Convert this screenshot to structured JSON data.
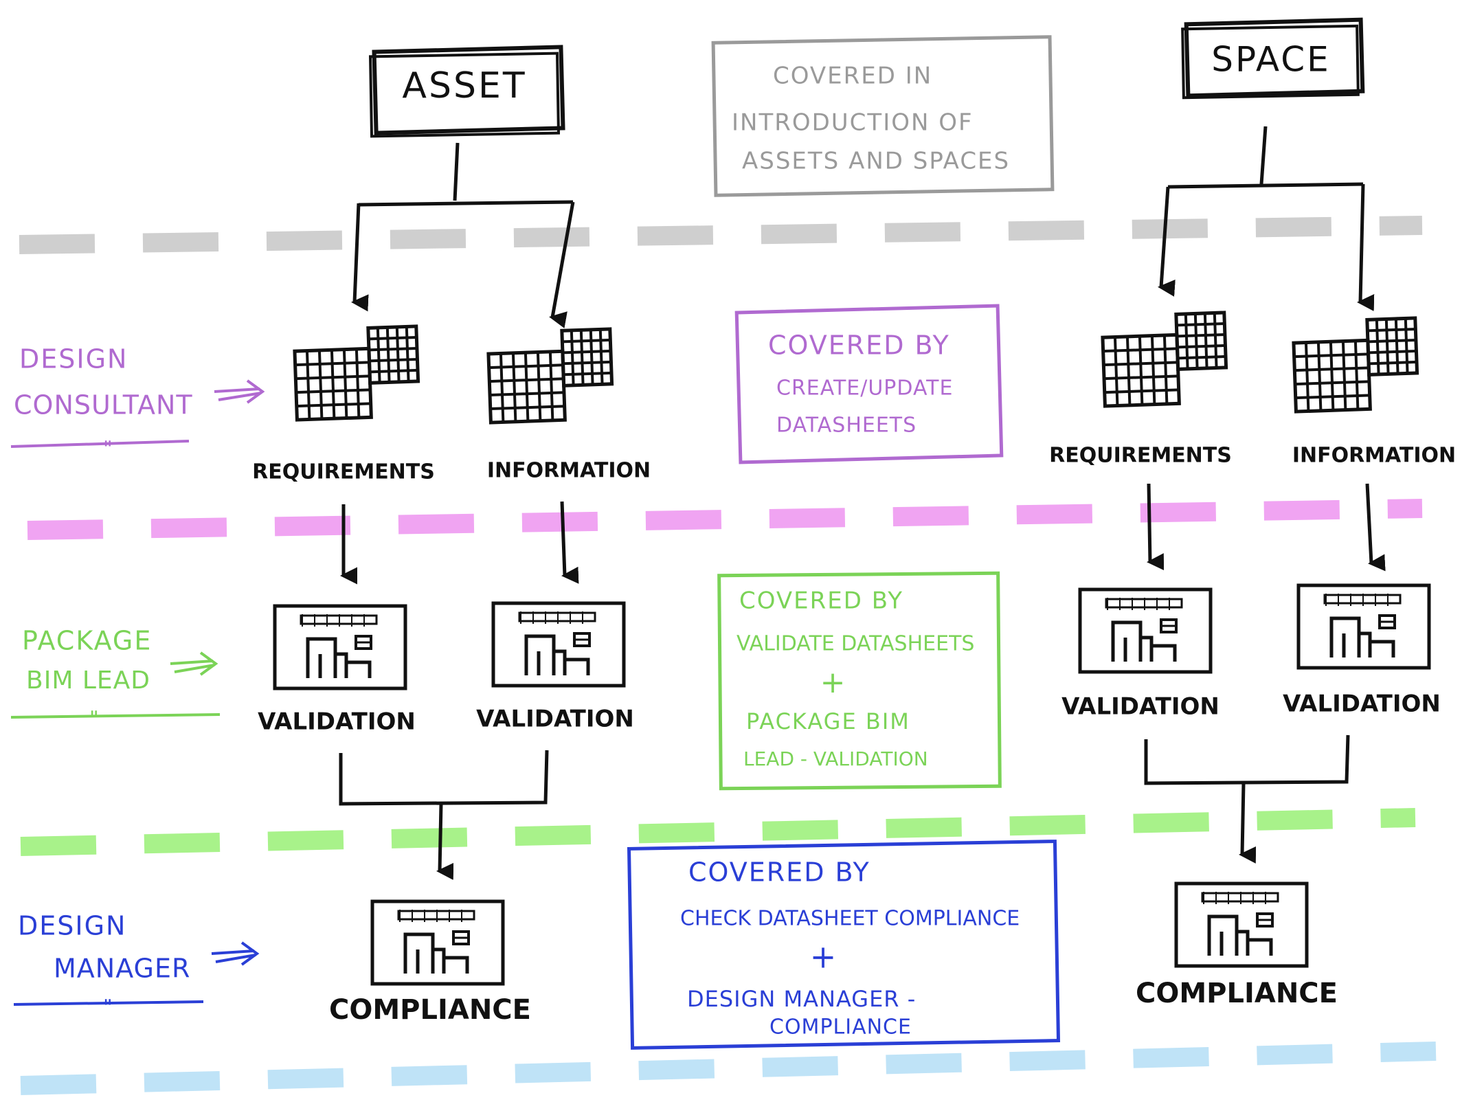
{
  "colors": {
    "ink": "#111111",
    "gray": "#9a9a9a",
    "gray_band": "#cfcfcf",
    "purple": "#b06ad0",
    "purple_band": "#f0a4f2",
    "green": "#7bd357",
    "green_band": "#a8f28a",
    "blue": "#2a3fd6",
    "blue_band": "#bfe3f7"
  },
  "titles": {
    "asset": "Asset",
    "space": "Space"
  },
  "roles": {
    "design_consultant": [
      "Design",
      "Consultant"
    ],
    "package_bim_lead": [
      "Package",
      "BIM Lead"
    ],
    "design_manager": [
      "Design",
      "Manager"
    ],
    "ditto": "\""
  },
  "notes": {
    "intro": [
      "Covered in",
      "Introduction of",
      "Assets and Spaces"
    ],
    "datasheets": [
      "Covered by",
      "Create/Update",
      "Datasheets"
    ],
    "validate": [
      "Covered by",
      "Validate Datasheets",
      "+",
      "Package BIM",
      "Lead - Validation"
    ],
    "compliance": [
      "Covered by",
      "Check Datasheet Compliance",
      "+",
      "Design Manager -",
      "Compliance"
    ]
  },
  "nodes": {
    "asset_requirements": "Requirements",
    "asset_information": "Information",
    "asset_validation_1": "Validation",
    "asset_validation_2": "Validation",
    "asset_compliance": "Compliance",
    "space_requirements": "Requirements",
    "space_information": "Information",
    "space_validation_1": "Validation",
    "space_validation_2": "Validation",
    "space_compliance": "Compliance"
  },
  "icons": {
    "grid": "spreadsheet-grid-icon",
    "doc": "validation-document-icon",
    "arrow": "arrow-down-icon"
  }
}
